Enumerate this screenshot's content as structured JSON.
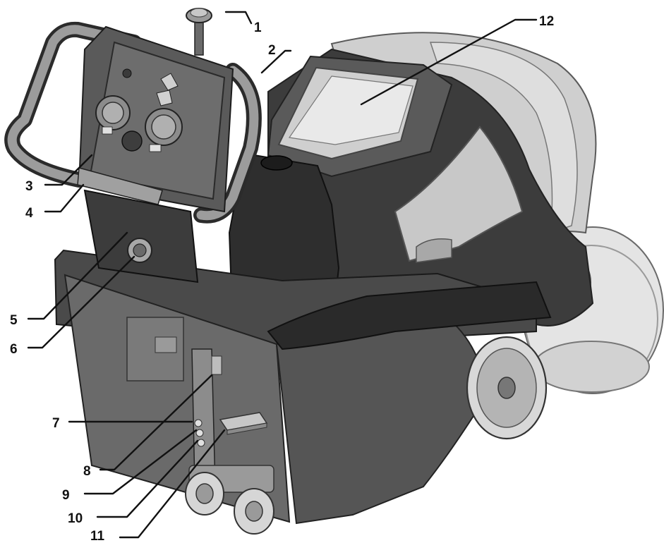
{
  "figure": {
    "callouts": [
      {
        "id": "1",
        "label": "1"
      },
      {
        "id": "2",
        "label": "2"
      },
      {
        "id": "3",
        "label": "3"
      },
      {
        "id": "4",
        "label": "4"
      },
      {
        "id": "5",
        "label": "5"
      },
      {
        "id": "6",
        "label": "6"
      },
      {
        "id": "7",
        "label": "7"
      },
      {
        "id": "8",
        "label": "8"
      },
      {
        "id": "9",
        "label": "9"
      },
      {
        "id": "10",
        "label": "10"
      },
      {
        "id": "11",
        "label": "11"
      },
      {
        "id": "12",
        "label": "12"
      }
    ]
  },
  "colors": {
    "background": "#ffffff",
    "body_dark": "#3a3a3a",
    "body_mid": "#5c5c5c",
    "light_grey": "#c9c9c9",
    "pad": "#e4e4e4",
    "line": "#111111"
  }
}
